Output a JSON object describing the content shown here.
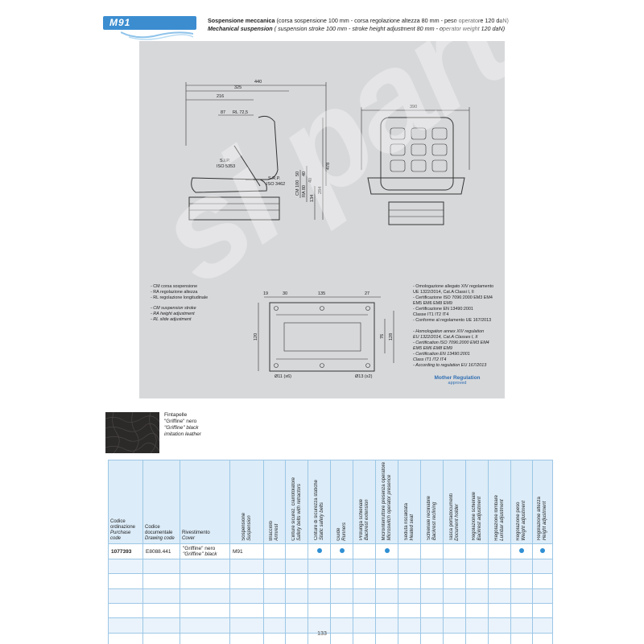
{
  "header": {
    "model": "M91",
    "it_title": "Sospensione meccanica",
    "it_desc": "(corsa sospensione 100 mm - corsa regolazione altezza 80 mm - peso operatore 120 daN)",
    "en_title": "Mechanical suspension",
    "en_desc": "( suspension stroke 100 mm - stroke height adjustment 80 mm - operator weight 120 daN)"
  },
  "drawing": {
    "side_dims": [
      "440",
      "325",
      "216",
      "87",
      "RL 72,5",
      "S.I.P.",
      "ISO 5353",
      "S.R.P.",
      "ISO 3462",
      "478",
      "284",
      "134",
      "CM 100",
      "RA 80",
      "40",
      "50",
      "40"
    ],
    "front_dims": [
      "390"
    ],
    "base_dims": [
      "19",
      "30",
      "135",
      "27",
      "120",
      "76",
      "128",
      "Ø11 (x6)",
      "Ø13 (x2)"
    ],
    "legend_it": [
      "- CM corsa sospensione",
      "- RA regolazione altezza",
      "- RL regolazione longitudinale"
    ],
    "legend_en": [
      "- CM suspension stroke",
      "- RA height adjustment",
      "- RL slide adjustment"
    ],
    "homolog_it": [
      "- Omologazione allegato XIV regolamento",
      "UE 1322/2014, Cat.A Classi I, II",
      "- Certificazione ISO 7096:2000 EM3 EM4",
      "EM5 EM6 EM8 EM9",
      "- Certificazione EN 13490:2001",
      "Classe IT1 IT2 IT4",
      "- Conforme al regolamento UE 167/2013"
    ],
    "homolog_en": [
      "- Homologation annex XIV regulation",
      "EU 1322/2014, Cat.A Classes I, II",
      "- Certification ISO 7096:2000 EM3 EM4",
      "EM5 EM6 EM8 EM9",
      "- Certification EN 13490:2001",
      "Class IT1 IT2 IT4",
      "- According to regulation EU 167/2013"
    ],
    "mother_title": "Mother Regulation",
    "mother_sub": "approved"
  },
  "watermark": "si parts",
  "swatch": {
    "it": "Fintapelle",
    "it2": "\"Griffine\" nero",
    "en": "\"Griffine\" black",
    "en2": "imitation leather"
  },
  "table": {
    "headers": [
      {
        "it": "Codice ordinazione",
        "en": "Purchase code"
      },
      {
        "it": "Codice documentale",
        "en": "Drawing code"
      },
      {
        "it": "Rivestimento",
        "en": "Cover"
      },
      {
        "it": "Sospensione",
        "en": "Suspension"
      },
      {
        "it": "Bracciolo",
        "en": "Armrest"
      },
      {
        "it": "Cinture sicurez. c/arrotolatore",
        "en": "Safety belts with retractors"
      },
      {
        "it": "Cinture di sicurezza statiche",
        "en": "Static safety belts"
      },
      {
        "it": "Guide",
        "en": "Runners"
      },
      {
        "it": "Prolunga schienale",
        "en": "Backrest extension"
      },
      {
        "it": "Microinterruttore presenza operatore",
        "en": "Microswitch operator presence"
      },
      {
        "it": "Seduta riscaldata",
        "en": "Heated seat"
      },
      {
        "it": "Schienale reclinabile",
        "en": "Backrest reclining"
      },
      {
        "it": "Tasca portadocumenti",
        "en": "Document holder"
      },
      {
        "it": "Regolazione schienale",
        "en": "Backrest adjustment"
      },
      {
        "it": "Regolazione lombare",
        "en": "Lumbar adjustment"
      },
      {
        "it": "Regolazione peso",
        "en": "Weight adjustment"
      },
      {
        "it": "Regolazione altezza",
        "en": "Height adjustment"
      }
    ],
    "row": {
      "code": "1077393",
      "drawing": "E8088.441",
      "cover_it": "\"Griffine\" nero",
      "cover_en": "\"Griffine\" black",
      "suspension": "M91",
      "features": [
        false,
        false,
        true,
        true,
        false,
        true,
        false,
        false,
        false,
        false,
        false,
        true,
        true
      ]
    },
    "empty_rows": 6
  },
  "page_number": "133",
  "colors": {
    "accent": "#3b8dd0",
    "table_header": "#dcecf8",
    "dot": "#2f8fd3",
    "panel": "#d7d8da"
  }
}
